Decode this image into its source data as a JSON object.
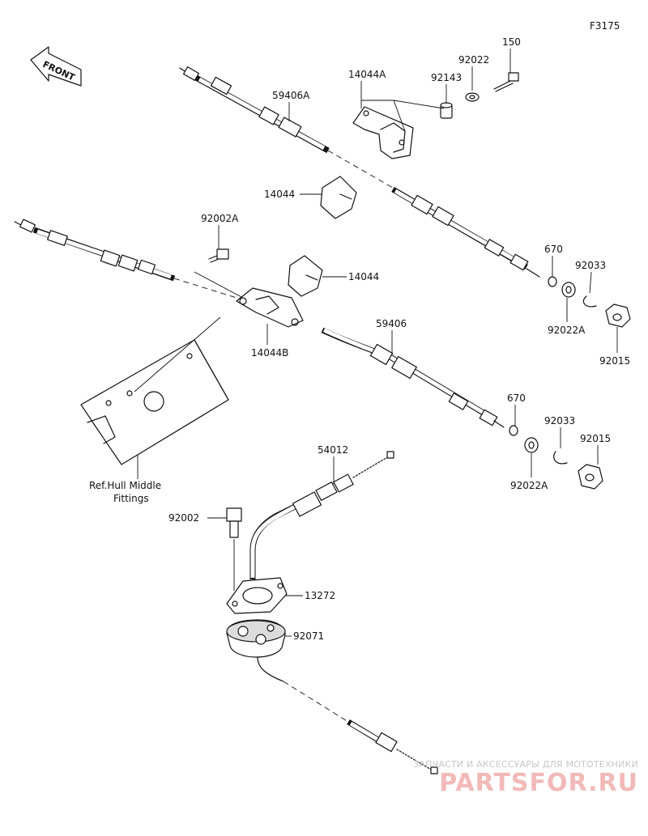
{
  "diagram_code": "F3175",
  "front_label": "FRONT",
  "ref_note": {
    "line1": "Ref.Hull Middle",
    "line2": "Fittings"
  },
  "parts": {
    "p150": "150",
    "p92022": "92022",
    "p92143": "92143",
    "p14044A": "14044A",
    "p59406A": "59406A",
    "p14044_top": "14044",
    "p92002A": "92002A",
    "p14044_mid": "14044",
    "p14044B": "14044B",
    "p670_top": "670",
    "p92033_top": "92033",
    "p92022A_top": "92022A",
    "p92015_top": "92015",
    "p59406": "59406",
    "p670_bot": "670",
    "p92033_bot": "92033",
    "p92015_bot": "92015",
    "p92022A_bot": "92022A",
    "p54012": "54012",
    "p92002": "92002",
    "p13272": "13272",
    "p92071": "92071"
  },
  "watermark": {
    "line1": "ЗАПЧАСТИ И АКСЕССУАРЫ ДЛЯ МОТОТЕХНИКИ",
    "line2": "PARTSFOR.RU"
  }
}
